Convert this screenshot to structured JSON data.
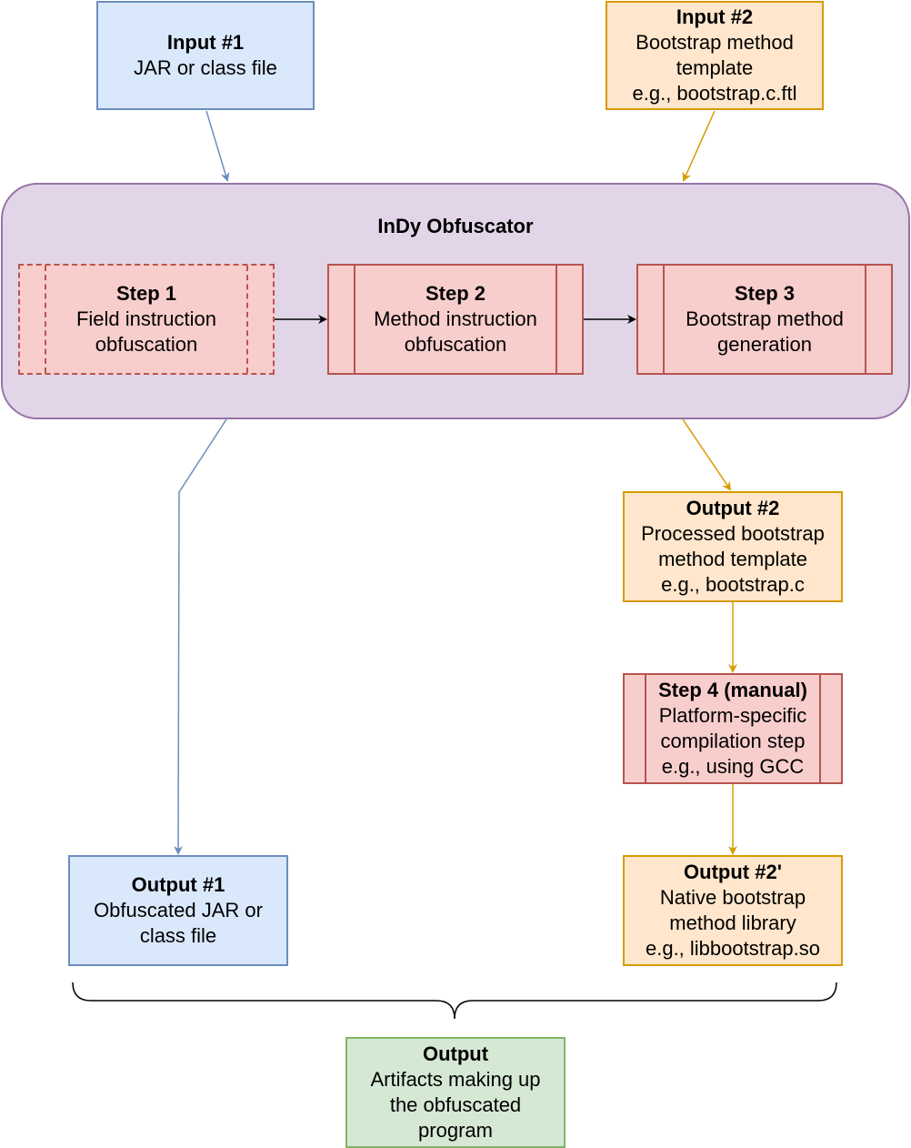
{
  "input1": {
    "title": "Input #1",
    "lines": [
      "JAR or class file"
    ]
  },
  "input2": {
    "title": "Input #2",
    "lines": [
      "Bootstrap method",
      "template",
      "e.g., bootstrap.c.ftl"
    ]
  },
  "obfuscator": {
    "title": "InDy Obfuscator"
  },
  "step1": {
    "title": "Step 1",
    "lines": [
      "Field instruction",
      "obfuscation"
    ]
  },
  "step2": {
    "title": "Step 2",
    "lines": [
      "Method instruction",
      "obfuscation"
    ]
  },
  "step3": {
    "title": "Step 3",
    "lines": [
      "Bootstrap method",
      "generation"
    ]
  },
  "output2": {
    "title": "Output #2",
    "lines": [
      "Processed bootstrap",
      "method template",
      "e.g., bootstrap.c"
    ]
  },
  "step4": {
    "title": "Step 4 (manual)",
    "lines": [
      "Platform-specific",
      "compilation step",
      "e.g., using GCC"
    ]
  },
  "output1": {
    "title": "Output #1",
    "lines": [
      "Obfuscated JAR or",
      "class file"
    ]
  },
  "output2b": {
    "title": "Output #2'",
    "lines": [
      "Native bootstrap",
      "method library",
      "e.g., libbootstrap.so"
    ]
  },
  "output": {
    "title": "Output",
    "lines": [
      "Artifacts making up",
      "the obfuscated",
      "program"
    ]
  },
  "colors": {
    "blue_fill": "#dae8fc",
    "blue_stroke": "#6c8ebf",
    "orange_fill": "#ffe6cc",
    "orange_stroke": "#d79b00",
    "red_fill": "#f8cecc",
    "red_stroke": "#b85450",
    "purple_fill": "#e1d5e7",
    "purple_stroke": "#9673a6",
    "green_fill": "#d5e8d4",
    "green_stroke": "#82b366"
  }
}
